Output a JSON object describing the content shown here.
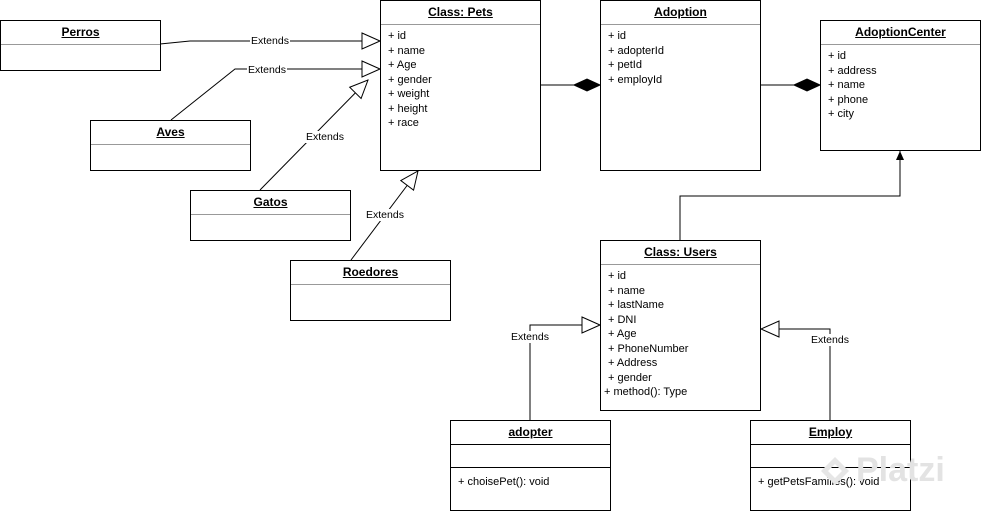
{
  "classes": {
    "perros": {
      "title": "Perros"
    },
    "aves": {
      "title": "Aves"
    },
    "gatos": {
      "title": "Gatos"
    },
    "roedores": {
      "title": "Roedores"
    },
    "pets": {
      "title": "Class: Pets",
      "attributes": [
        "+ id",
        "+ name",
        "+ Age",
        "+ gender",
        "+ weight",
        "+ height",
        "+ race"
      ]
    },
    "adoption": {
      "title": "Adoption",
      "attributes": [
        "+ id",
        "+ adopterId",
        "+ petId",
        "+ employId"
      ]
    },
    "adoption_center": {
      "title": "AdoptionCenter",
      "attributes": [
        "+ id",
        "+ address",
        "+ name",
        "+ phone",
        "+ city"
      ]
    },
    "users": {
      "title": "Class: Users",
      "attributes": [
        "+ id",
        "+ name",
        "+ lastName",
        "+ DNI",
        "+ Age",
        "+ PhoneNumber",
        "+ Address",
        "+ gender"
      ],
      "method": "+ method(): Type"
    },
    "adopter": {
      "title": "adopter",
      "method": "+ choisePet(): void"
    },
    "employ": {
      "title": "Employ",
      "method": "+ getPetsFamilies(): void"
    }
  },
  "relations": {
    "perros_extends": "Extends",
    "aves_extends": "Extends",
    "gatos_extends": "Extends",
    "roedores_extends": "Extends",
    "adopter_extends": "Extends",
    "employ_extends": "Extends"
  },
  "watermark": "Platzi"
}
